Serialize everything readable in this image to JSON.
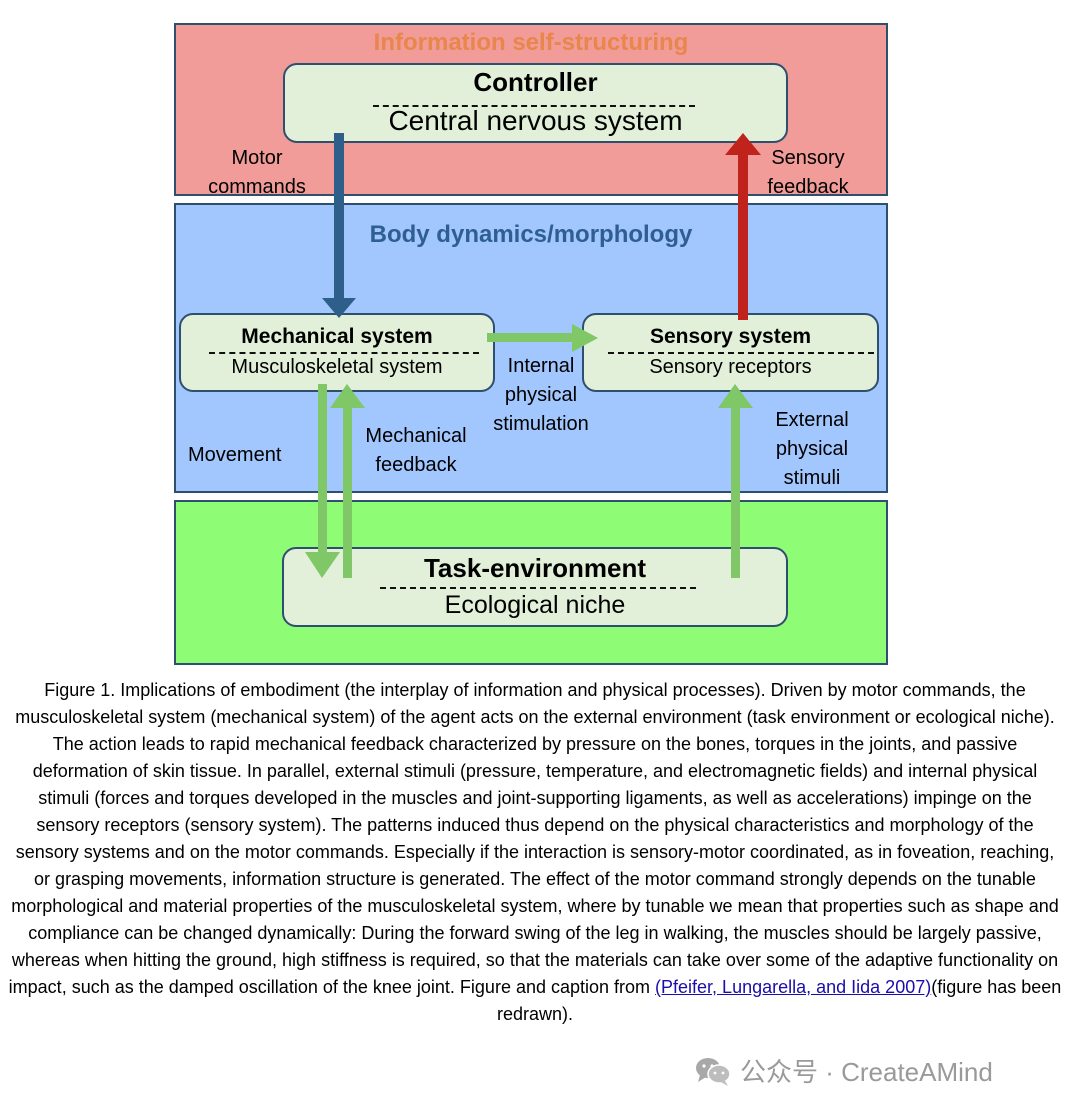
{
  "diagram": {
    "layers": {
      "top": "Information self-structuring",
      "middle": "Body dynamics/morphology"
    },
    "boxes": {
      "controller": {
        "title": "Controller",
        "subtitle": "Central nervous system"
      },
      "mechanical": {
        "title": "Mechanical system",
        "subtitle": "Musculoskeletal system"
      },
      "sensory": {
        "title": "Sensory system",
        "subtitle": "Sensory receptors"
      },
      "task": {
        "title": "Task-environment",
        "subtitle": "Ecological niche"
      }
    },
    "labels": {
      "motor_commands": [
        "Motor",
        "commands"
      ],
      "sensory_feedback": [
        "Sensory",
        "feedback"
      ],
      "internal_stimulation": [
        "Internal",
        "physical",
        "stimulation"
      ],
      "movement": "Movement",
      "mechanical_feedback": [
        "Mechanical",
        "feedback"
      ],
      "external_stimuli": [
        "External",
        "physical",
        "stimuli"
      ]
    },
    "colors": {
      "top_layer": "#f19c98",
      "middle_layer": "#a2c7fe",
      "bottom_layer": "#8ffc75",
      "box_fill": "#e2f0d9",
      "motor_arrow": "#2e5f8a",
      "sensory_arrow": "#c0221c",
      "physical_arrow": "#7fc767"
    }
  },
  "caption": {
    "text_before_link": "Figure 1. Implications of embodiment (the interplay of information and physical processes). Driven by motor commands, the musculoskeletal system (mechanical system) of the agent acts on the external environment (task environment or ecological niche). The action leads to rapid mechanical feedback characterized by pressure on the bones, torques in the joints, and passive deformation of skin tissue. In parallel, external stimuli (pressure, temperature, and electromagnetic fields) and internal physical stimuli (forces and torques developed in the muscles and joint-supporting ligaments, as well as accelerations) impinge on the sensory receptors (sensory system). The patterns induced thus depend on the physical characteristics and morphology of the sensory systems and on the motor commands. Especially if the interaction is sensory-motor coordinated, as in foveation, reaching, or grasping movements, information structure is generated. The effect of the motor command strongly depends on the tunable morphological and material properties of the musculoskeletal system, where by tunable we mean that properties such as shape and compliance can be changed dynamically: During the forward swing of the leg in walking, the muscles should be largely passive, whereas when hitting the ground, high stiffness is required, so that the materials can take over some of the adaptive functionality on impact, such as the damped oscillation of the knee joint.  Figure and caption from ",
    "citation": "(Pfeifer, Lungarella, and Iida 2007)",
    "text_after_link": "(figure has been redrawn)."
  },
  "watermark": {
    "icon": "wechat-icon",
    "text": "公众号 · CreateAMind"
  }
}
